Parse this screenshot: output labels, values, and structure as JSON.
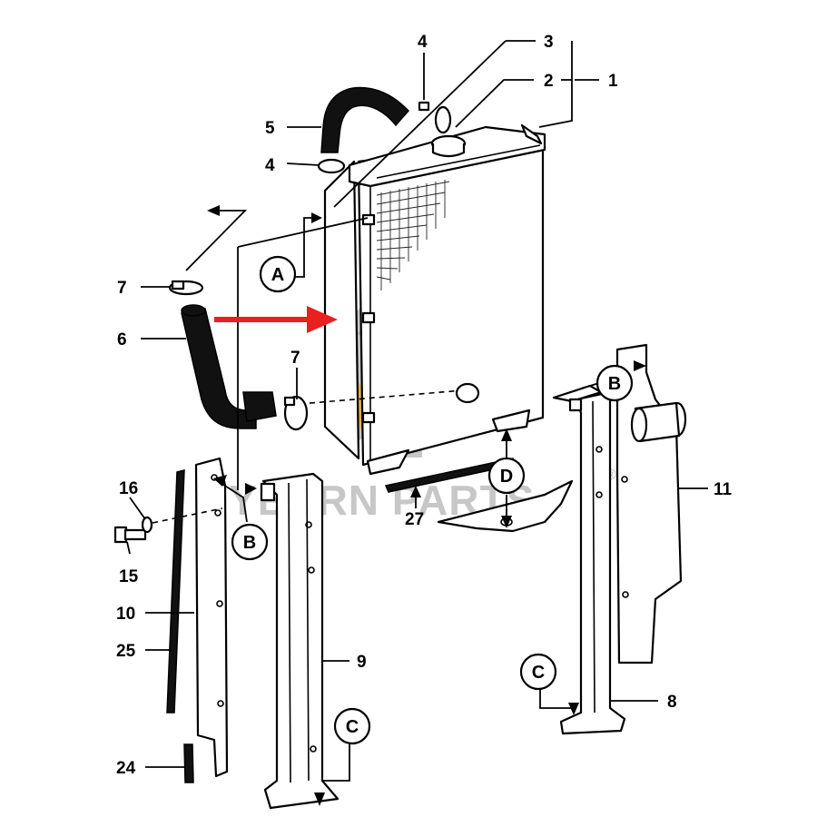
{
  "diagram": {
    "part_numbers": {
      "n1": "1",
      "n2": "2",
      "n3": "3",
      "n4a": "4",
      "n4b": "4",
      "n5": "5",
      "n6": "6",
      "n7a": "7",
      "n7b": "7",
      "n8": "8",
      "n9": "9",
      "n10": "10",
      "n11": "11",
      "n15": "15",
      "n16": "16",
      "n24": "24",
      "n25": "25",
      "n27": "27"
    },
    "callouts": {
      "a": "A",
      "b_left": "B",
      "b_right": "B",
      "c_left": "C",
      "c_right": "C",
      "d": "D"
    },
    "highlight_arrow_color": "#e8201e"
  },
  "watermark": {
    "brand": "YEARN PARTS",
    "registered_mark": "®",
    "gear_color": "#9a9a9a",
    "flame_color": "#f3a51d"
  }
}
